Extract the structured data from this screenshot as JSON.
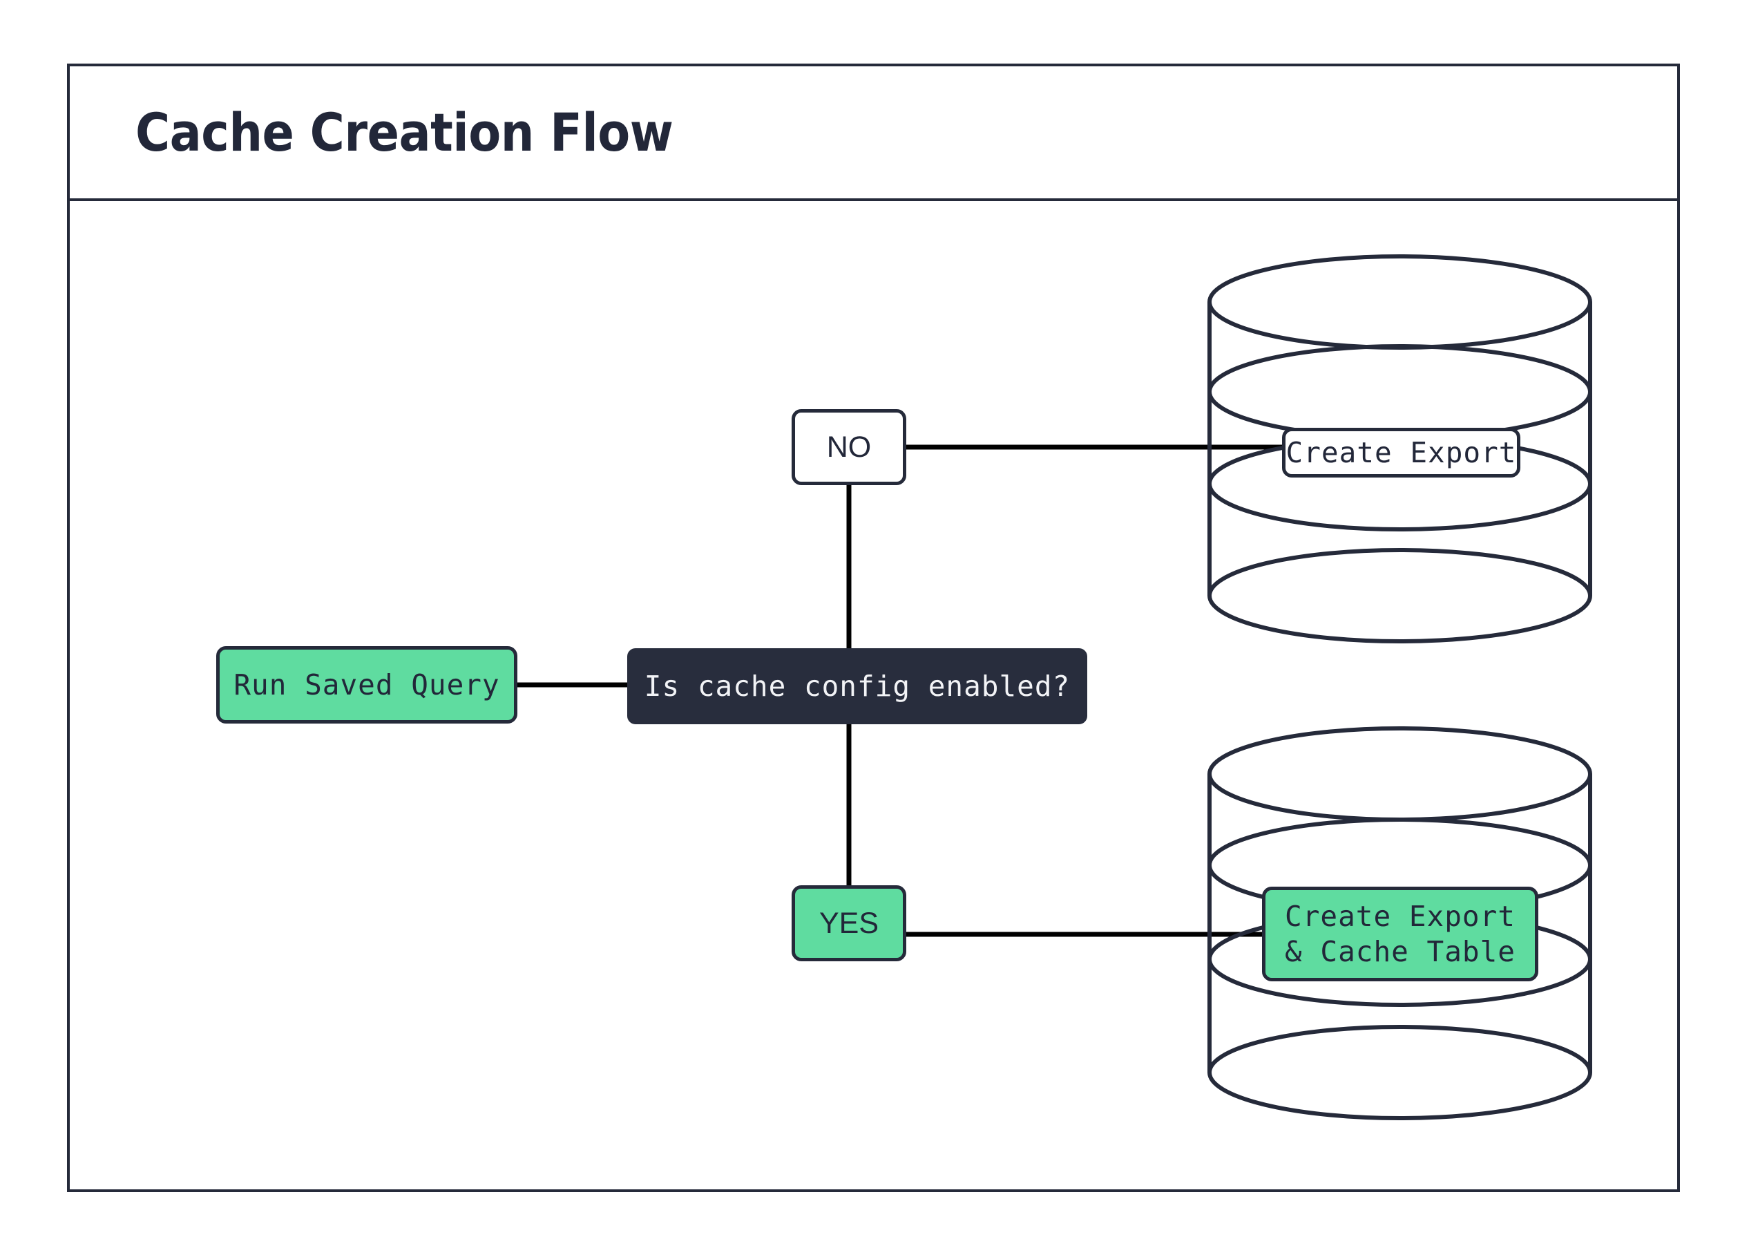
{
  "frame": {
    "title": "Cache Creation Flow"
  },
  "nodes": {
    "run_saved_query": {
      "label": "Run Saved Query",
      "shape": "rounded-rect",
      "fill": "#5fdca0"
    },
    "decision": {
      "label": "Is cache config enabled?",
      "shape": "rounded-rect",
      "fill": "#282d3d"
    },
    "branch_no": {
      "label": "NO",
      "shape": "rounded-rect",
      "fill": "#ffffff"
    },
    "branch_yes": {
      "label": "YES",
      "shape": "rounded-rect",
      "fill": "#5fdca0"
    },
    "db_top": {
      "label": "Create Export",
      "shape": "cylinder",
      "label_fill": "#ffffff"
    },
    "db_bottom": {
      "label": "Create Export\n& Cache Table",
      "shape": "cylinder",
      "label_fill": "#5fdca0"
    }
  },
  "edges": [
    {
      "from": "run_saved_query",
      "to": "decision"
    },
    {
      "from": "decision",
      "to": "branch_no"
    },
    {
      "from": "branch_no",
      "to": "db_top"
    },
    {
      "from": "decision",
      "to": "branch_yes"
    },
    {
      "from": "branch_yes",
      "to": "db_bottom"
    }
  ],
  "colors": {
    "ink": "#252a3a",
    "dark_fill": "#282d3d",
    "green": "#5fdca0",
    "white": "#ffffff",
    "edge": "#000000"
  }
}
